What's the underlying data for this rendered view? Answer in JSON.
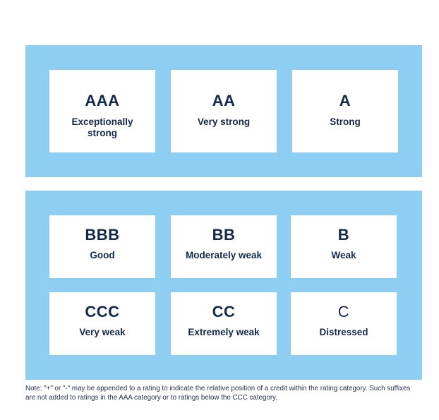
{
  "investment_grade": [
    {
      "grade": "AAA",
      "description": "Exceptionally strong"
    },
    {
      "grade": "AA",
      "description": "Very strong"
    },
    {
      "grade": "A",
      "description": "Strong"
    }
  ],
  "speculative_grade": [
    {
      "grade": "BBB",
      "description": "Good"
    },
    {
      "grade": "BB",
      "description": "Moderately weak"
    },
    {
      "grade": "B",
      "description": "Weak"
    },
    {
      "grade": "CCC",
      "description": "Very weak"
    },
    {
      "grade": "CC",
      "description": "Extremely weak"
    },
    {
      "grade": "C",
      "description": "Distressed"
    }
  ],
  "note": "Note: \"+\" or \"-\" may be appended to a rating to indicate the relative position of a credit within the rating category. Such suffixes are not added to ratings in the AAA category or to ratings below the CCC category.",
  "colors": {
    "panel": "#8ecef2",
    "card": "#ffffff",
    "text": "#13294b"
  }
}
